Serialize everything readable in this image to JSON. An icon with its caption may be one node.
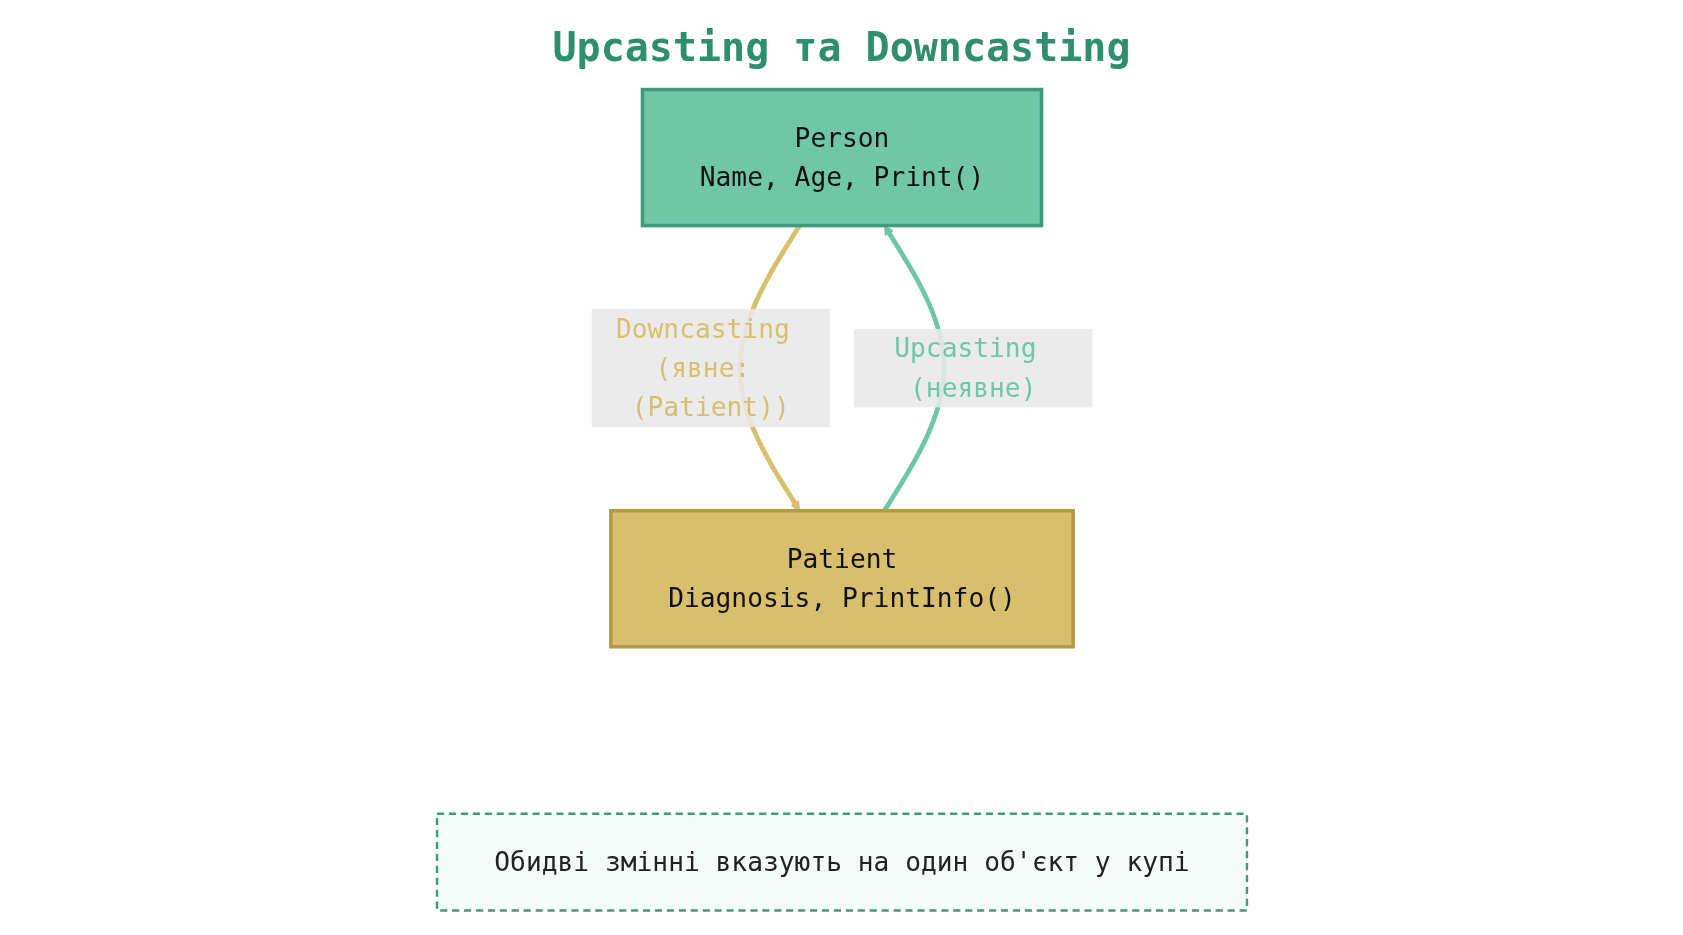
{
  "diagram": {
    "title": "Upcasting та Downcasting",
    "nodes": [
      {
        "text": [
          "Person",
          "Name, Age, Print()"
        ]
      },
      {
        "text": [
          "Patient",
          "Diagnosis, PrintInfo()"
        ]
      },
      {
        "text": [
          "Обидві змінні вказують на один об'єкт у купі"
        ]
      }
    ],
    "edges": [
      {
        "from": 1,
        "to": 0,
        "arrow": "to",
        "label": "Upcasting (неявне)",
        "color": "#6fc7a8"
      },
      {
        "from": 0,
        "to": 1,
        "arrow": "to",
        "label": "Downcasting (явне: (Patient))",
        "color": "#d8bf6e"
      }
    ]
  }
}
